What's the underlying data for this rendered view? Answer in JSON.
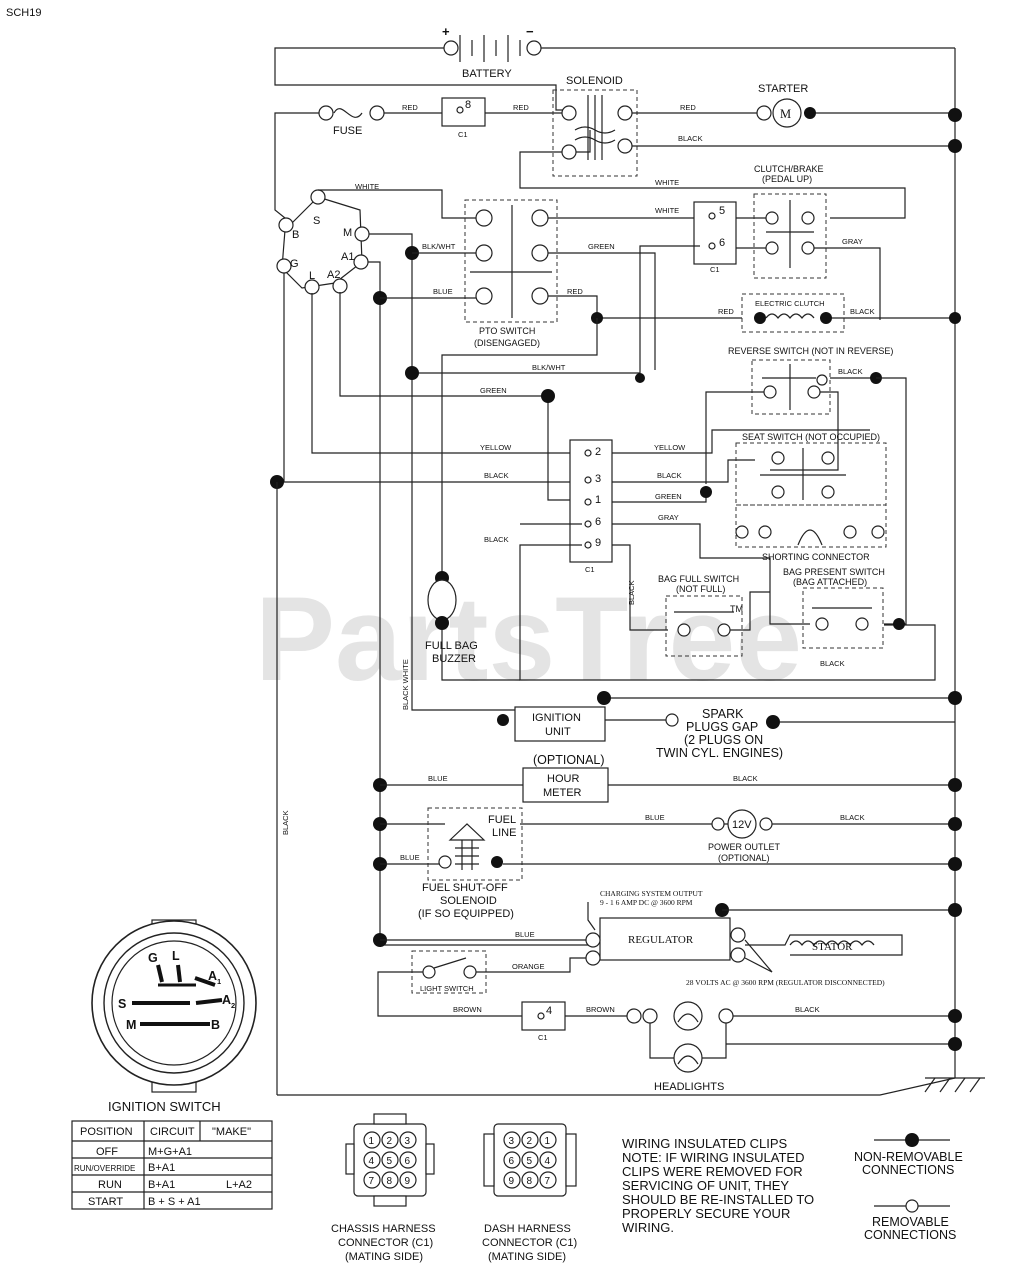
{
  "diagram_id": "SCH19",
  "watermark": "PartsTree",
  "watermark_tm": "TM",
  "components": {
    "battery": "BATTERY",
    "battery_plus": "+",
    "battery_minus": "−",
    "solenoid": "SOLENOID",
    "starter": "STARTER",
    "starter_symbol": "M",
    "fuse": "FUSE",
    "c1": "C1",
    "pin_8": "8",
    "pin_5": "5",
    "pin_6": "6",
    "pin_4": "4",
    "clutch_brake": "CLUTCH/BRAKE",
    "clutch_brake_state": "(PEDAL UP)",
    "pto_switch": "PTO SWITCH",
    "pto_state": "(DISENGAGED)",
    "electric_clutch": "ELECTRIC CLUTCH",
    "reverse_switch": "REVERSE SWITCH (NOT IN REVERSE)",
    "seat_switch": "SEAT SWITCH (NOT OCCUPIED)",
    "shorting_connector": "SHORTING CONNECTOR",
    "bag_full_switch": "BAG FULL SWITCH",
    "bag_full_state": "(NOT FULL)",
    "bag_present_switch": "BAG PRESENT SWITCH",
    "bag_present_state": "(BAG ATTACHED)",
    "full_bag": "FULL BAG",
    "buzzer": "BUZZER",
    "ignition_unit_1": "IGNITION",
    "ignition_unit_2": "UNIT",
    "spark_1": "SPARK",
    "spark_2": "PLUGS GAP",
    "spark_3": "(2 PLUGS ON",
    "spark_4": "TWIN CYL. ENGINES)",
    "optional": "(OPTIONAL)",
    "hour_meter_1": "HOUR",
    "hour_meter_2": "METER",
    "fuel_line_1": "FUEL",
    "fuel_line_2": "LINE",
    "power_outlet_symbol": "12V",
    "power_outlet": "POWER OUTLET",
    "power_outlet_state": "(OPTIONAL)",
    "fuel_shutoff_1": "FUEL SHUT-OFF",
    "fuel_shutoff_2": "SOLENOID",
    "fuel_shutoff_3": "(IF SO EQUIPPED)",
    "charging_1": "CHARGING SYSTEM OUTPUT",
    "charging_2": "9 - 1 6 AMP DC @ 3600 RPM",
    "regulator": "REGULATOR",
    "stator": "STATOR",
    "stator_note": "28 VOLTS AC @ 3600 RPM (REGULATOR DISCONNECTED)",
    "light_switch": "LIGHT SWITCH",
    "headlights": "HEADLIGHTS",
    "ignition_switch": "IGNITION SWITCH"
  },
  "terminals": {
    "s": "S",
    "b": "B",
    "m": "M",
    "a1": "A1",
    "g": "G",
    "l": "L",
    "a2": "A2",
    "c1_2": "2",
    "c1_3": "3",
    "c1_1": "1",
    "c1_6": "6",
    "c1_9": "9"
  },
  "wires": {
    "red": "RED",
    "black": "BLACK",
    "white": "WHITE",
    "gray": "GRAY",
    "green": "GREEN",
    "blue": "BLUE",
    "yellow": "YELLOW",
    "blkwht": "BLK/WHT",
    "black_white": "BLACK WHITE",
    "orange": "ORANGE",
    "brown": "BROWN"
  },
  "ignition_dial": {
    "g": "G",
    "l": "L",
    "a1": "A",
    "a1_sub": "1",
    "a2": "A",
    "a2_sub": "2",
    "s": "S",
    "m": "M",
    "b": "B"
  },
  "ignition_table": {
    "headers": [
      "POSITION",
      "CIRCUIT",
      "\"MAKE\""
    ],
    "rows": [
      [
        "OFF",
        "M+G+A1",
        ""
      ],
      [
        "RUN/OVERRIDE",
        "B+A1",
        ""
      ],
      [
        "RUN",
        "B+A1",
        "L+A2"
      ],
      [
        "START",
        "B + S + A1",
        ""
      ]
    ]
  },
  "chassis_connector": {
    "line1": "CHASSIS HARNESS",
    "line2": "CONNECTOR (C1)",
    "line3": "(MATING SIDE)",
    "pins": [
      "1",
      "2",
      "3",
      "4",
      "5",
      "6",
      "7",
      "8",
      "9"
    ]
  },
  "dash_connector": {
    "line1": "DASH HARNESS",
    "line2": "CONNECTOR (C1)",
    "line3": "(MATING SIDE)",
    "pins": [
      "3",
      "2",
      "1",
      "6",
      "5",
      "4",
      "9",
      "8",
      "7"
    ]
  },
  "note": [
    "WIRING INSULATED CLIPS",
    "NOTE: IF WIRING INSULATED",
    "CLIPS WERE REMOVED FOR",
    "SERVICING OF UNIT, THEY",
    "SHOULD BE RE-INSTALLED TO",
    "PROPERLY SECURE YOUR",
    "WIRING."
  ],
  "legend": {
    "non_removable_1": "NON-REMOVABLE",
    "non_removable_2": "CONNECTIONS",
    "removable_1": "REMOVABLE",
    "removable_2": "CONNECTIONS"
  }
}
